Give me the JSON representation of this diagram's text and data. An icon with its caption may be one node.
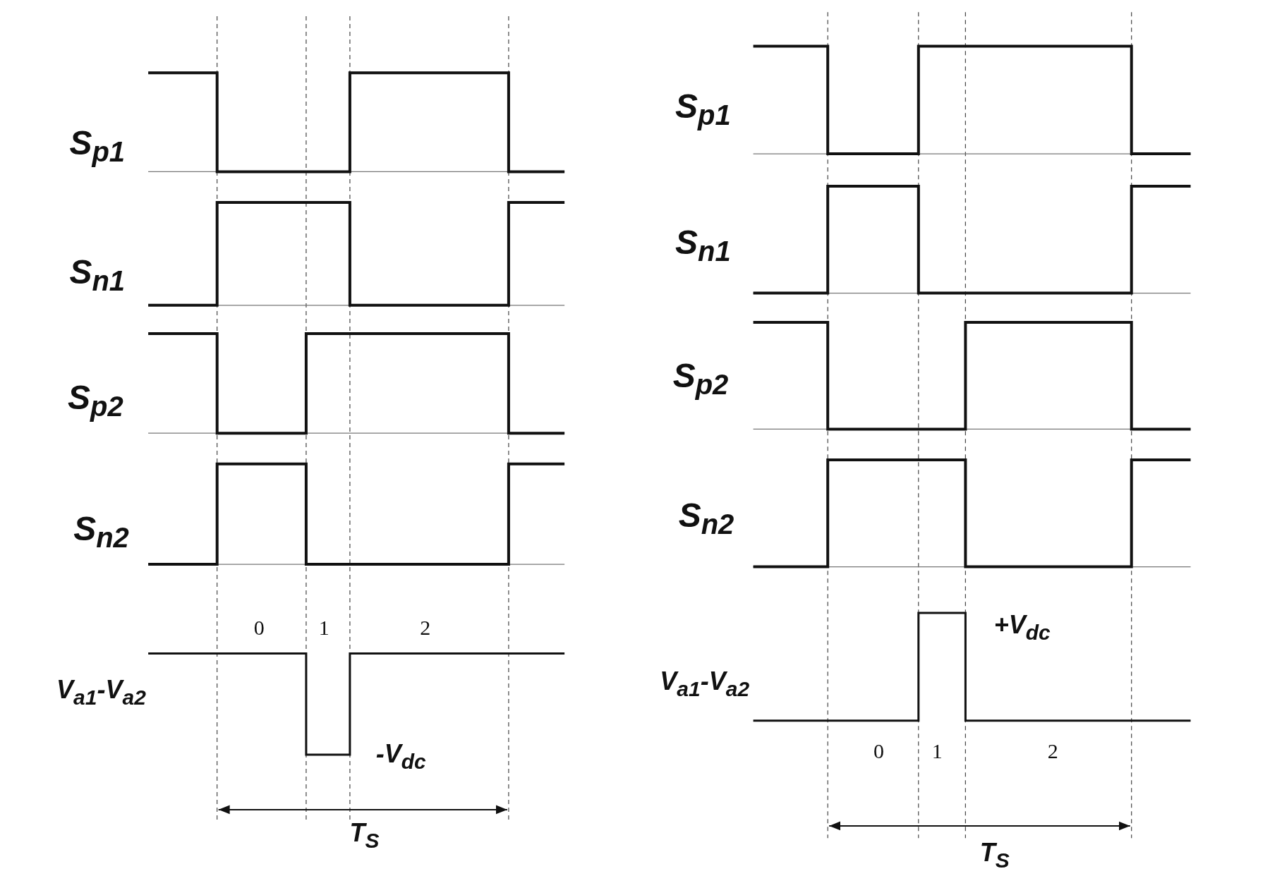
{
  "diagram": {
    "labels": [
      "S$_{p1}$",
      "S$_{n1}$",
      "S$_{p2}$",
      "S$_{n2}$",
      "0",
      "1",
      "2",
      "V$_{a1}$-V$_{a2}$",
      "-V$_{dc}$",
      "T$_{S}$",
      "S$_{p1}$",
      "S$_{n1}$",
      "S$_{p2}$",
      "S$_{n2}$",
      "+V$_{dc}$",
      "V$_{a1}$-V$_{a2}$",
      "0",
      "1",
      "2",
      "T$_{S}$"
    ]
  }
}
